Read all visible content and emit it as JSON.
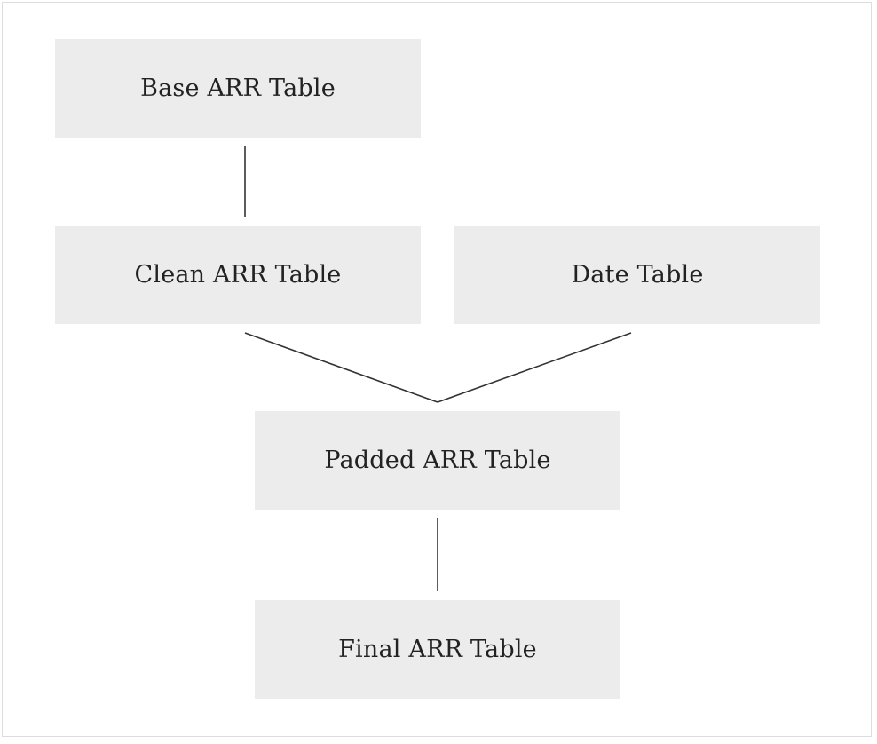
{
  "diagram": {
    "nodes": {
      "base": "Base ARR Table",
      "clean": "Clean ARR Table",
      "date": "Date Table",
      "padded": "Padded ARR Table",
      "final": "Final ARR Table"
    },
    "edges": [
      [
        "base",
        "clean"
      ],
      [
        "clean",
        "padded"
      ],
      [
        "date",
        "padded"
      ],
      [
        "padded",
        "final"
      ]
    ]
  }
}
